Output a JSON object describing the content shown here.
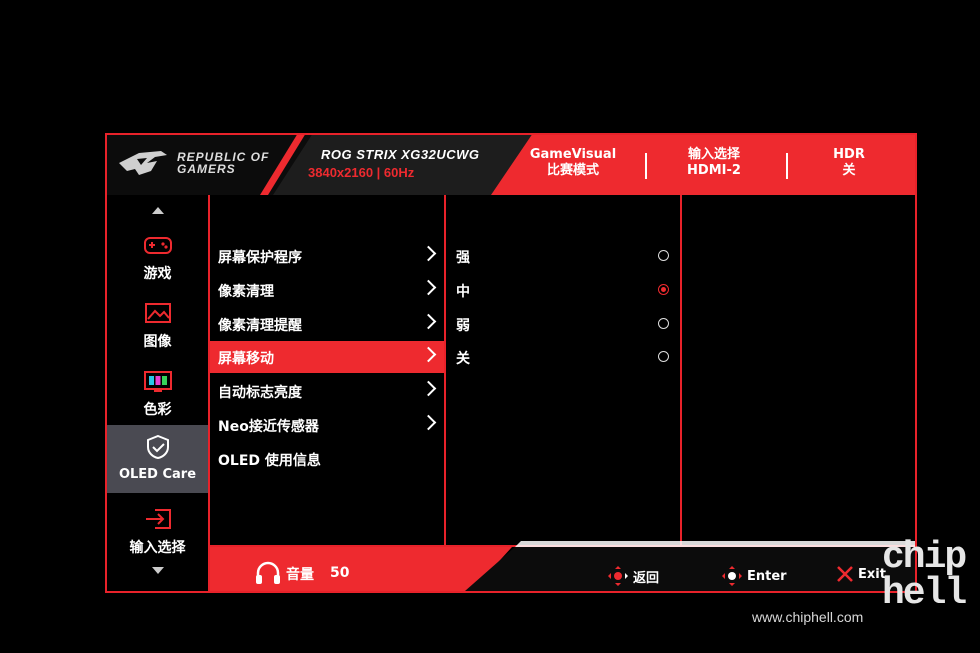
{
  "header": {
    "brand_line1": "REPUBLIC OF",
    "brand_line2": "GAMERS",
    "model": "ROG STRIX XG32UCWG",
    "resolution": "3840x2160 | 60Hz",
    "gamevisual_label": "GameVisual",
    "gamevisual_value": "比赛模式",
    "input_label": "输入选择",
    "input_value": "HDMI-2",
    "hdr_label": "HDR",
    "hdr_value": "关"
  },
  "nav": {
    "items": [
      {
        "label": "游戏",
        "icon": "gamepad-icon"
      },
      {
        "label": "图像",
        "icon": "image-icon"
      },
      {
        "label": "色彩",
        "icon": "color-icon"
      },
      {
        "label": "OLED Care",
        "icon": "shield-check-icon"
      },
      {
        "label": "输入选择",
        "icon": "input-icon"
      }
    ],
    "active_index": 3
  },
  "menu": {
    "items": [
      {
        "label": "屏幕保护程序",
        "has_submenu": true
      },
      {
        "label": "像素清理",
        "has_submenu": true
      },
      {
        "label": "像素清理提醒",
        "has_submenu": true
      },
      {
        "label": "屏幕移动",
        "has_submenu": true
      },
      {
        "label": "自动标志亮度",
        "has_submenu": true
      },
      {
        "label": "Neo接近传感器",
        "has_submenu": true
      },
      {
        "label": "OLED 使用信息",
        "has_submenu": false
      }
    ],
    "active_index": 3
  },
  "options": {
    "items": [
      {
        "label": "强",
        "selected": false
      },
      {
        "label": "中",
        "selected": true
      },
      {
        "label": "弱",
        "selected": false
      },
      {
        "label": "关",
        "selected": false
      }
    ]
  },
  "footer": {
    "volume_label": "音量",
    "volume_value": "50",
    "back_label": "返回",
    "enter_label": "Enter",
    "exit_label": "Exit"
  },
  "watermark": {
    "url": "www.chiphell.com",
    "logo_line1": "chip",
    "logo_line2": "hell"
  },
  "colors": {
    "accent": "#ee2a2f",
    "active_nav": "#4a4a52",
    "background": "#000000"
  }
}
